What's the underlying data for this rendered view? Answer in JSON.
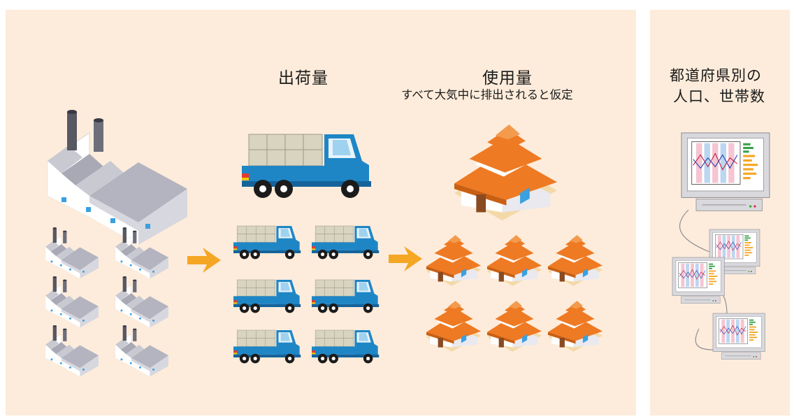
{
  "labels": {
    "shipment": "出荷量",
    "usage": "使用量",
    "usage_note": "すべて大気中に排出されると仮定",
    "population_line1": "都道府県別の",
    "population_line2": "人口、世帯数"
  },
  "colors": {
    "panel_bg": "#fdecdb",
    "arrow": "#f5a623",
    "truck_blue": "#1f86c6",
    "roof_orange": "#ee7a23",
    "factory_gray": "#9a9aa6"
  },
  "icons": {
    "factory": "factory-icon",
    "truck": "truck-icon",
    "house": "house-icon",
    "computer": "computer-monitor-icon",
    "arrow": "arrow-right-icon"
  }
}
